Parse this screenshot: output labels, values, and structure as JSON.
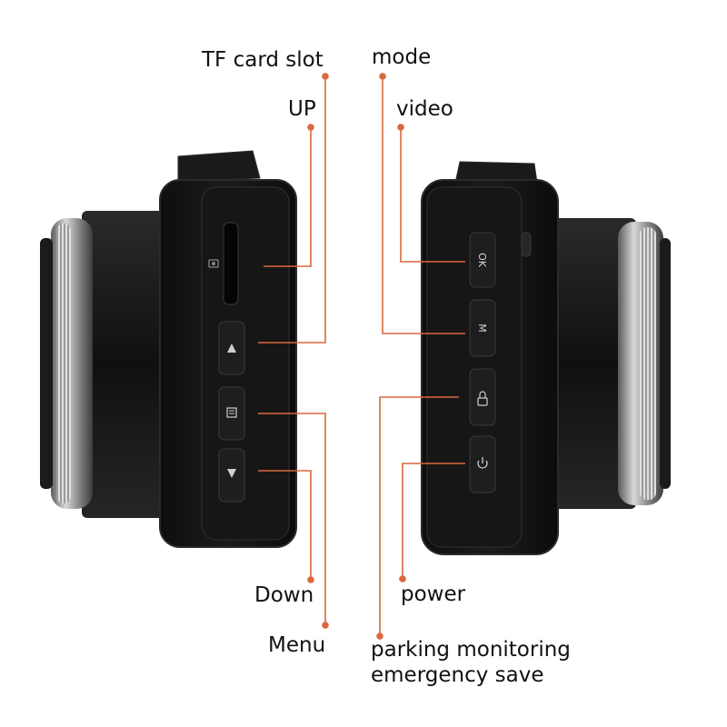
{
  "colors": {
    "leader": "#d9683c",
    "body": "#141414",
    "body_edge": "#2b2b2b",
    "chrome": "#9a9a9a",
    "chrome_dark": "#3a3a3a",
    "button": "#1c1c1c"
  },
  "labels": {
    "tf_card_slot": "TF card slot",
    "up": "UP",
    "down": "Down",
    "menu": "Menu",
    "mode": "mode",
    "video": "video",
    "power": "power",
    "parking_line1": "parking monitoring",
    "parking_line2": "emergency save"
  },
  "buttons": {
    "ok": "OK",
    "m": "M"
  },
  "icons": {
    "left_up": "triangle-up-icon",
    "left_menu": "menu-icon",
    "left_down": "triangle-down-icon",
    "camera": "camera-icon",
    "lock": "lock-icon",
    "power": "power-icon"
  }
}
